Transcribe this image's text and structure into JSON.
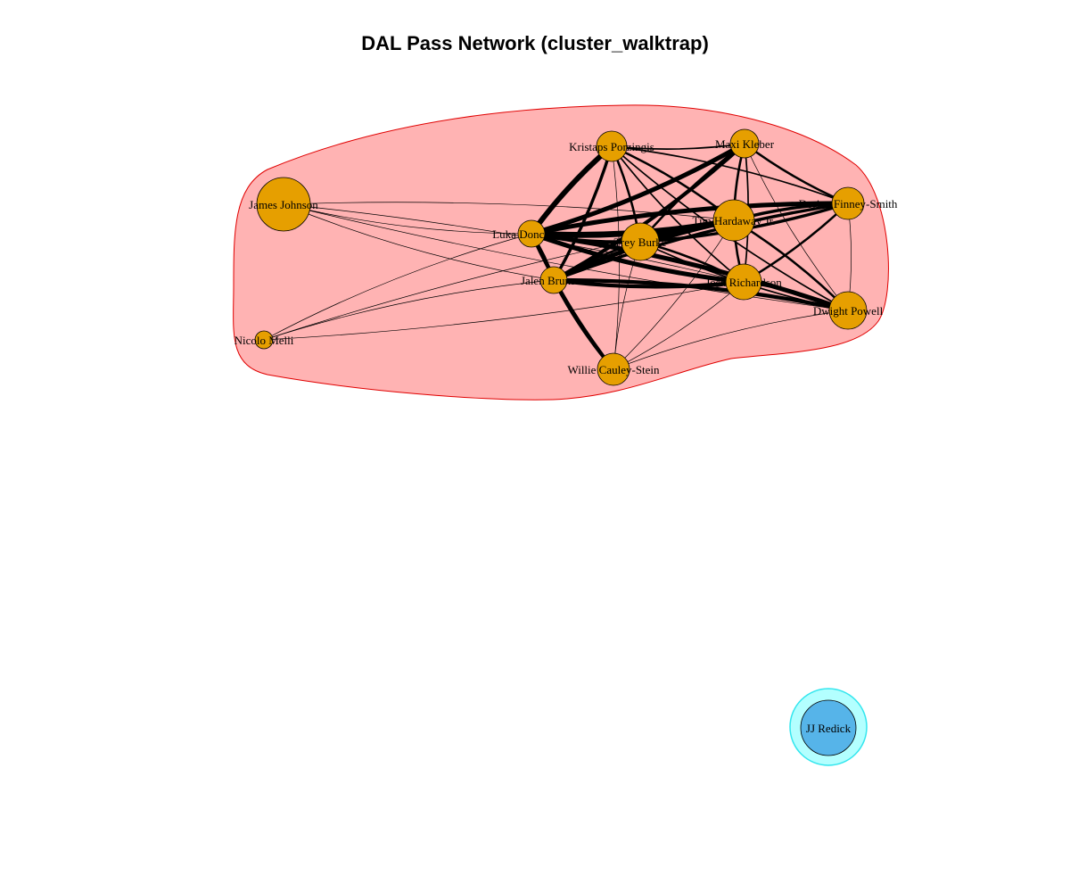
{
  "title": "DAL Pass Network (cluster_walktrap)",
  "colors": {
    "cluster_1_fill": "#ffb3b3",
    "cluster_1_border": "#e00000",
    "cluster_2_fill": "#b3ffff",
    "cluster_2_border": "#33e6ee",
    "node_cluster_1": "#e69f00",
    "node_cluster_2": "#56b4e9",
    "edge": "#000000"
  },
  "clusters": [
    {
      "id": 1,
      "members": [
        "Kristaps Porzingis",
        "Maxi Kleber",
        "James Johnson",
        "Luka Doncic",
        "Trey Burke",
        "Tim Hardaway Jr.",
        "Dorian Finney-Smith",
        "Jalen Brunson",
        "Josh Richardson",
        "Dwight Powell",
        "Nicolo Melli",
        "Willie Cauley-Stein"
      ]
    },
    {
      "id": 2,
      "members": [
        "JJ Redick"
      ]
    }
  ],
  "nodes": [
    {
      "id": "Kristaps Porzingis",
      "label": "Kristaps Porzingis",
      "cluster": 1,
      "size": 17
    },
    {
      "id": "Maxi Kleber",
      "label": "Maxi Kleber",
      "cluster": 1,
      "size": 16
    },
    {
      "id": "James Johnson",
      "label": "James Johnson",
      "cluster": 1,
      "size": 30
    },
    {
      "id": "Luka Doncic",
      "label": "Luka Doncic",
      "cluster": 1,
      "size": 15
    },
    {
      "id": "Trey Burke",
      "label": "Trey Burke",
      "cluster": 1,
      "size": 21
    },
    {
      "id": "Tim Hardaway Jr.",
      "label": "Tim Hardaway Jr.",
      "cluster": 1,
      "size": 23
    },
    {
      "id": "Dorian Finney-Smith",
      "label": "Dorian Finney-Smith",
      "cluster": 1,
      "size": 18
    },
    {
      "id": "Jalen Brunson",
      "label": "Jalen Brunson",
      "cluster": 1,
      "size": 15
    },
    {
      "id": "Josh Richardson",
      "label": "Josh Richardson",
      "cluster": 1,
      "size": 20
    },
    {
      "id": "Dwight Powell",
      "label": "Dwight Powell",
      "cluster": 1,
      "size": 21
    },
    {
      "id": "Nicolo Melli",
      "label": "Nicolo Melli",
      "cluster": 1,
      "size": 10
    },
    {
      "id": "Willie Cauley-Stein",
      "label": "Willie Cauley-Stein",
      "cluster": 1,
      "size": 18
    },
    {
      "id": "JJ Redick",
      "label": "JJ Redick",
      "cluster": 2,
      "size": 31
    }
  ],
  "edges": [
    {
      "s": "Luka Doncic",
      "t": "Tim Hardaway Jr.",
      "w": 8
    },
    {
      "s": "Luka Doncic",
      "t": "Kristaps Porzingis",
      "w": 7
    },
    {
      "s": "Luka Doncic",
      "t": "Maxi Kleber",
      "w": 6
    },
    {
      "s": "Luka Doncic",
      "t": "Dorian Finney-Smith",
      "w": 6
    },
    {
      "s": "Luka Doncic",
      "t": "Josh Richardson",
      "w": 6
    },
    {
      "s": "Luka Doncic",
      "t": "Dwight Powell",
      "w": 6
    },
    {
      "s": "Luka Doncic",
      "t": "Trey Burke",
      "w": 5
    },
    {
      "s": "Luka Doncic",
      "t": "Jalen Brunson",
      "w": 4
    },
    {
      "s": "Luka Doncic",
      "t": "Willie Cauley-Stein",
      "w": 4
    },
    {
      "s": "Luka Doncic",
      "t": "James Johnson",
      "w": 1
    },
    {
      "s": "Luka Doncic",
      "t": "Nicolo Melli",
      "w": 1
    },
    {
      "s": "Jalen Brunson",
      "t": "Tim Hardaway Jr.",
      "w": 6
    },
    {
      "s": "Jalen Brunson",
      "t": "Josh Richardson",
      "w": 5
    },
    {
      "s": "Jalen Brunson",
      "t": "Dwight Powell",
      "w": 5
    },
    {
      "s": "Jalen Brunson",
      "t": "Maxi Kleber",
      "w": 5
    },
    {
      "s": "Jalen Brunson",
      "t": "Dorian Finney-Smith",
      "w": 4
    },
    {
      "s": "Jalen Brunson",
      "t": "Kristaps Porzingis",
      "w": 4
    },
    {
      "s": "Jalen Brunson",
      "t": "Trey Burke",
      "w": 3
    },
    {
      "s": "Jalen Brunson",
      "t": "Willie Cauley-Stein",
      "w": 4
    },
    {
      "s": "Jalen Brunson",
      "t": "James Johnson",
      "w": 1
    },
    {
      "s": "Jalen Brunson",
      "t": "Nicolo Melli",
      "w": 1
    },
    {
      "s": "Trey Burke",
      "t": "Tim Hardaway Jr.",
      "w": 5
    },
    {
      "s": "Trey Burke",
      "t": "Dorian Finney-Smith",
      "w": 4
    },
    {
      "s": "Trey Burke",
      "t": "Maxi Kleber",
      "w": 3
    },
    {
      "s": "Trey Burke",
      "t": "Kristaps Porzingis",
      "w": 3
    },
    {
      "s": "Trey Burke",
      "t": "Josh Richardson",
      "w": 3
    },
    {
      "s": "Trey Burke",
      "t": "Dwight Powell",
      "w": 2
    },
    {
      "s": "Tim Hardaway Jr.",
      "t": "Dorian Finney-Smith",
      "w": 4
    },
    {
      "s": "Tim Hardaway Jr.",
      "t": "Kristaps Porzingis",
      "w": 3
    },
    {
      "s": "Tim Hardaway Jr.",
      "t": "Maxi Kleber",
      "w": 3
    },
    {
      "s": "Tim Hardaway Jr.",
      "t": "Josh Richardson",
      "w": 3
    },
    {
      "s": "Tim Hardaway Jr.",
      "t": "Dwight Powell",
      "w": 3
    },
    {
      "s": "Josh Richardson",
      "t": "Dorian Finney-Smith",
      "w": 3
    },
    {
      "s": "Josh Richardson",
      "t": "Dwight Powell",
      "w": 3
    },
    {
      "s": "Josh Richardson",
      "t": "Maxi Kleber",
      "w": 2
    },
    {
      "s": "Josh Richardson",
      "t": "Kristaps Porzingis",
      "w": 2
    },
    {
      "s": "Maxi Kleber",
      "t": "Dorian Finney-Smith",
      "w": 3
    },
    {
      "s": "Maxi Kleber",
      "t": "Kristaps Porzingis",
      "w": 2
    },
    {
      "s": "Maxi Kleber",
      "t": "Dwight Powell",
      "w": 1
    },
    {
      "s": "Kristaps Porzingis",
      "t": "Dorian Finney-Smith",
      "w": 2
    },
    {
      "s": "Kristaps Porzingis",
      "t": "Dwight Powell",
      "w": 2
    },
    {
      "s": "Dorian Finney-Smith",
      "t": "Dwight Powell",
      "w": 1
    },
    {
      "s": "Willie Cauley-Stein",
      "t": "Josh Richardson",
      "w": 1
    },
    {
      "s": "Willie Cauley-Stein",
      "t": "Dwight Powell",
      "w": 1
    },
    {
      "s": "Willie Cauley-Stein",
      "t": "Tim Hardaway Jr.",
      "w": 1
    },
    {
      "s": "Willie Cauley-Stein",
      "t": "Trey Burke",
      "w": 1
    },
    {
      "s": "Willie Cauley-Stein",
      "t": "Kristaps Porzingis",
      "w": 1
    },
    {
      "s": "James Johnson",
      "t": "Josh Richardson",
      "w": 1
    },
    {
      "s": "James Johnson",
      "t": "Dwight Powell",
      "w": 1
    },
    {
      "s": "James Johnson",
      "t": "Tim Hardaway Jr.",
      "w": 1
    },
    {
      "s": "Nicolo Melli",
      "t": "Josh Richardson",
      "w": 1
    },
    {
      "s": "Nicolo Melli",
      "t": "Tim Hardaway Jr.",
      "w": 1
    }
  ]
}
